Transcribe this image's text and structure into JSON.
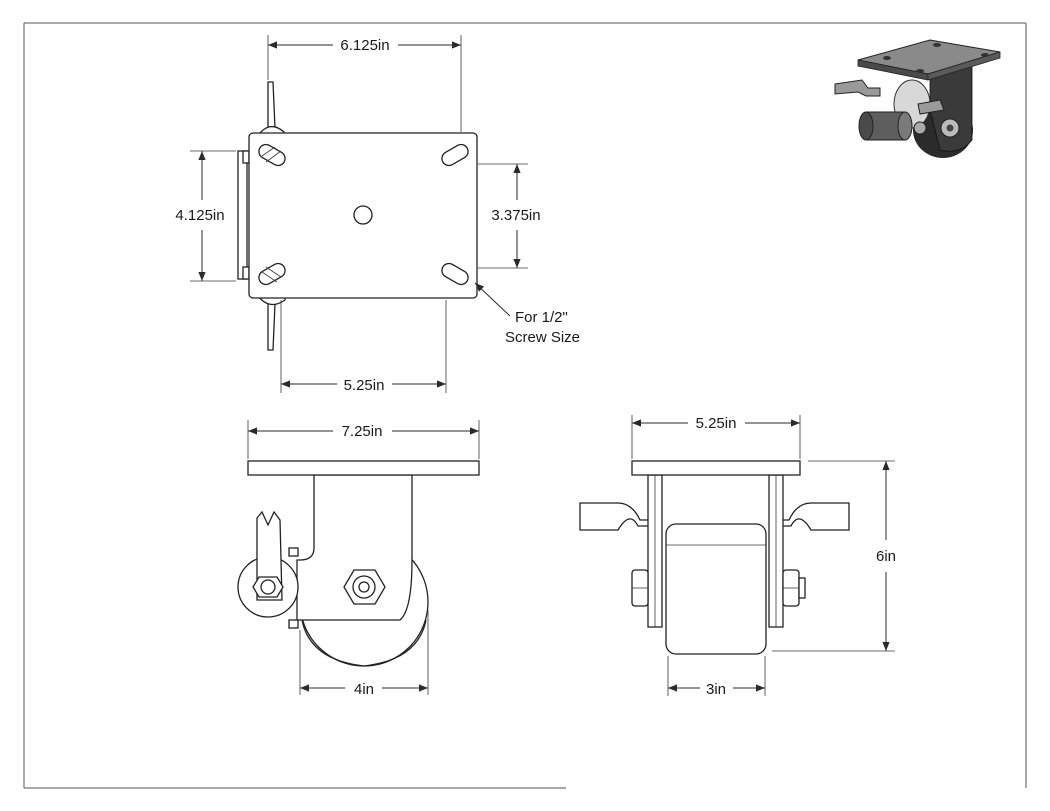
{
  "drawing": {
    "top_view": {
      "width_label": "6.125in",
      "height_label": "4.125in",
      "hole_height_label": "3.375in",
      "hole_width_label": "5.25in",
      "callout_line1": "For 1/2\"",
      "callout_line2": "Screw Size"
    },
    "side_view": {
      "plate_width_label": "7.25in",
      "wheel_diameter_label": "4in"
    },
    "front_view": {
      "plate_width_label": "5.25in",
      "height_label": "6in",
      "wheel_width_label": "3in"
    }
  },
  "colors": {
    "line": "#222222",
    "background": "#ffffff",
    "render_dark": "#2b2b2b",
    "render_mid": "#6a6a6a"
  }
}
